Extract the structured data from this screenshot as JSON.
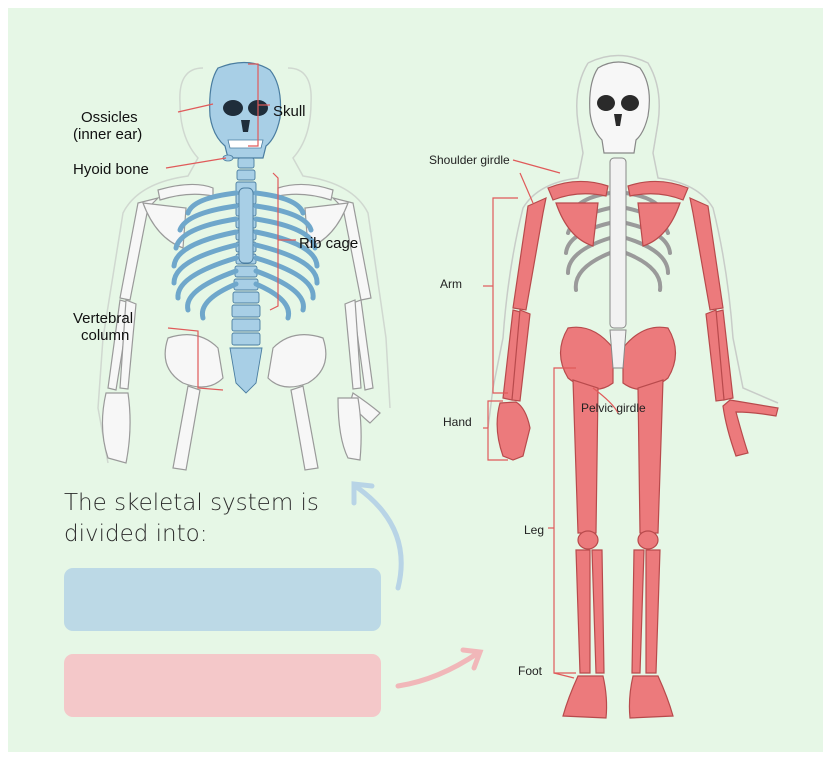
{
  "colors": {
    "background": "#e6f7e6",
    "axial": "#a8cfe6",
    "appendicular": "#ec7a7c",
    "bone": "#f5f5f5",
    "bracket": "#e05a5a",
    "axial_box": "#bcd9e6",
    "appendicular_box": "#f4c8c9",
    "arrow_blue": "#b8d4e6",
    "arrow_pink": "#f1b7b9"
  },
  "left_figure": {
    "labels": {
      "skull": "Skull",
      "ossicles_line1": "Ossicles",
      "ossicles_line2": "(inner ear)",
      "hyoid": "Hyoid bone",
      "rib_cage": "Rib cage",
      "vertebral_line1": "Vertebral",
      "vertebral_line2": "column"
    }
  },
  "right_figure": {
    "labels": {
      "shoulder_girdle": "Shoulder girdle",
      "arm": "Arm",
      "hand": "Hand",
      "pelvic_girdle": "Pelvic girdle",
      "leg": "Leg",
      "foot": "Foot"
    }
  },
  "prompt": {
    "text": "The skeletal system is divided into:"
  },
  "answer_boxes": [
    {
      "name": "axial",
      "label": ""
    },
    {
      "name": "appendicular",
      "label": ""
    }
  ]
}
